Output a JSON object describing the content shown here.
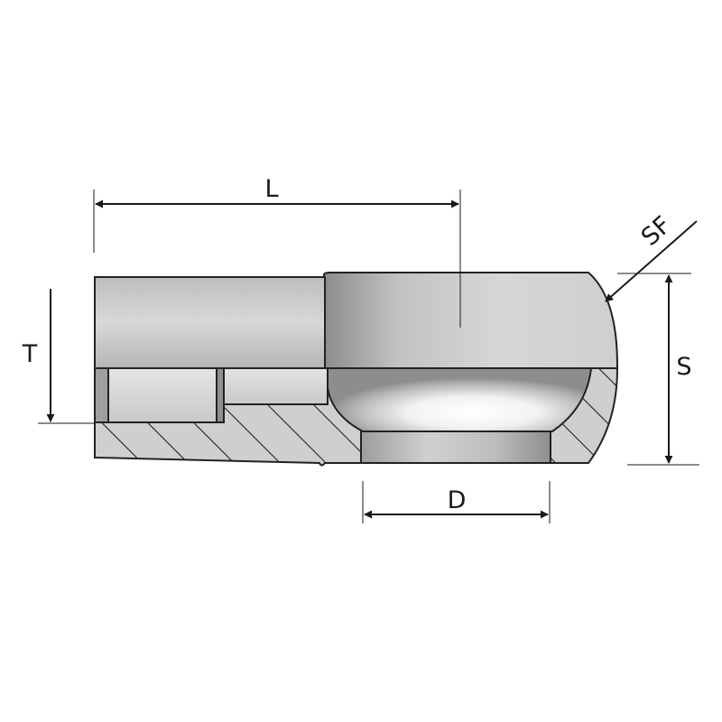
{
  "dimensions": {
    "length": "L",
    "thread_depth": "T",
    "height": "S",
    "bore_diameter": "D",
    "spanner_flat": "SF"
  },
  "colors": {
    "outline": "#222222",
    "dimension_line": "#1a1a1a",
    "shaft_light": "#d0d0d0",
    "shaft_dark": "#9a9a9a",
    "section_fill": "#c8c8c8",
    "ball_highlight": "#ffffff"
  }
}
